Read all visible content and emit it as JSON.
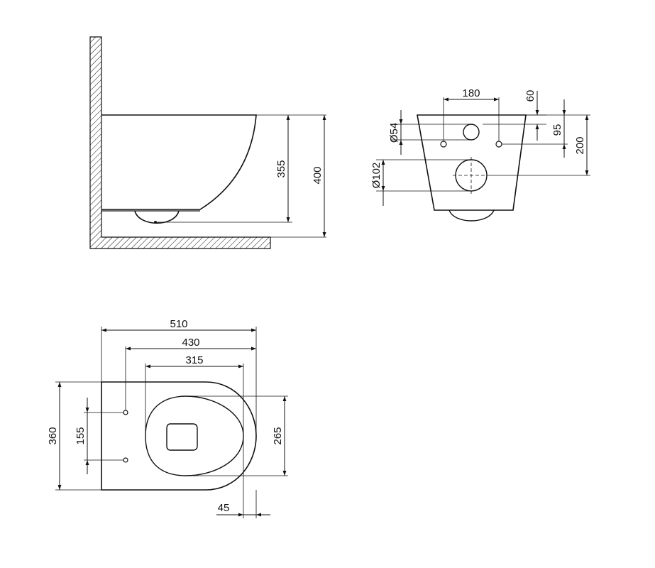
{
  "side_view": {
    "dim_height_outlet": "355",
    "dim_height_total": "400"
  },
  "rear_view": {
    "dim_bolt_spacing": "180",
    "dim_top_offset": "60",
    "dim_inlet_height": "95",
    "dim_outlet_height": "200",
    "dim_inlet_diameter": "Ø54",
    "dim_outlet_diameter": "Ø102"
  },
  "top_view": {
    "dim_length_total": "510",
    "dim_length_mid": "430",
    "dim_seat_opening": "315",
    "dim_width_total": "360",
    "dim_bolt_distance": "155",
    "dim_seat_width": "265",
    "dim_rear_offset": "45"
  }
}
